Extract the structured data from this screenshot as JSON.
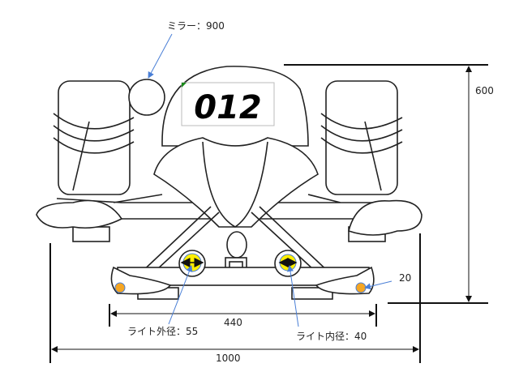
{
  "diagram": {
    "number_plate": "012",
    "labels": {
      "mirror": "ミラー：900",
      "height": "600",
      "small_light": "20",
      "light_span": "440",
      "light_outer": "ライト外径：55",
      "light_inner": "ライト内径：40",
      "total_width": "1000"
    },
    "colors": {
      "light": "#ffee00",
      "indicator": "#f5a623",
      "leader": "#4a7fd6"
    }
  }
}
